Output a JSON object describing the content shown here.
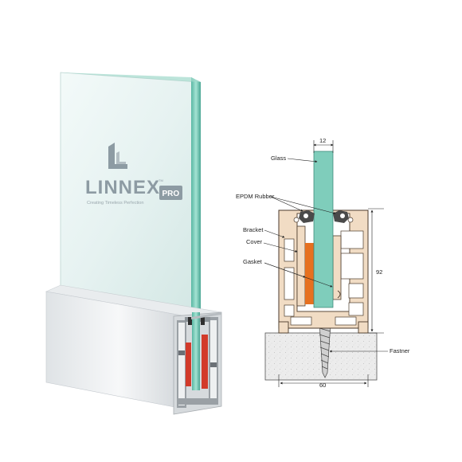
{
  "brand": {
    "name": "LINNEX",
    "badge": "PRO",
    "trademark": "TM",
    "tagline": "Creating Timeless Perfection"
  },
  "diagram": {
    "labels": {
      "glass": "Glass",
      "epdm": "EPDM Rubber",
      "bracket": "Bracket",
      "cover": "Cover",
      "gasket": "Gasket",
      "fastener": "Fastner"
    },
    "dimensions": {
      "glass_thickness": "12",
      "height": "92",
      "width": "60"
    }
  },
  "colors": {
    "glass": "#7fcdbb",
    "aluminium": "#f1dcc4",
    "gasket": "#e6701f",
    "rubber": "#4a4a4a",
    "concrete": "#e6e6e6"
  }
}
